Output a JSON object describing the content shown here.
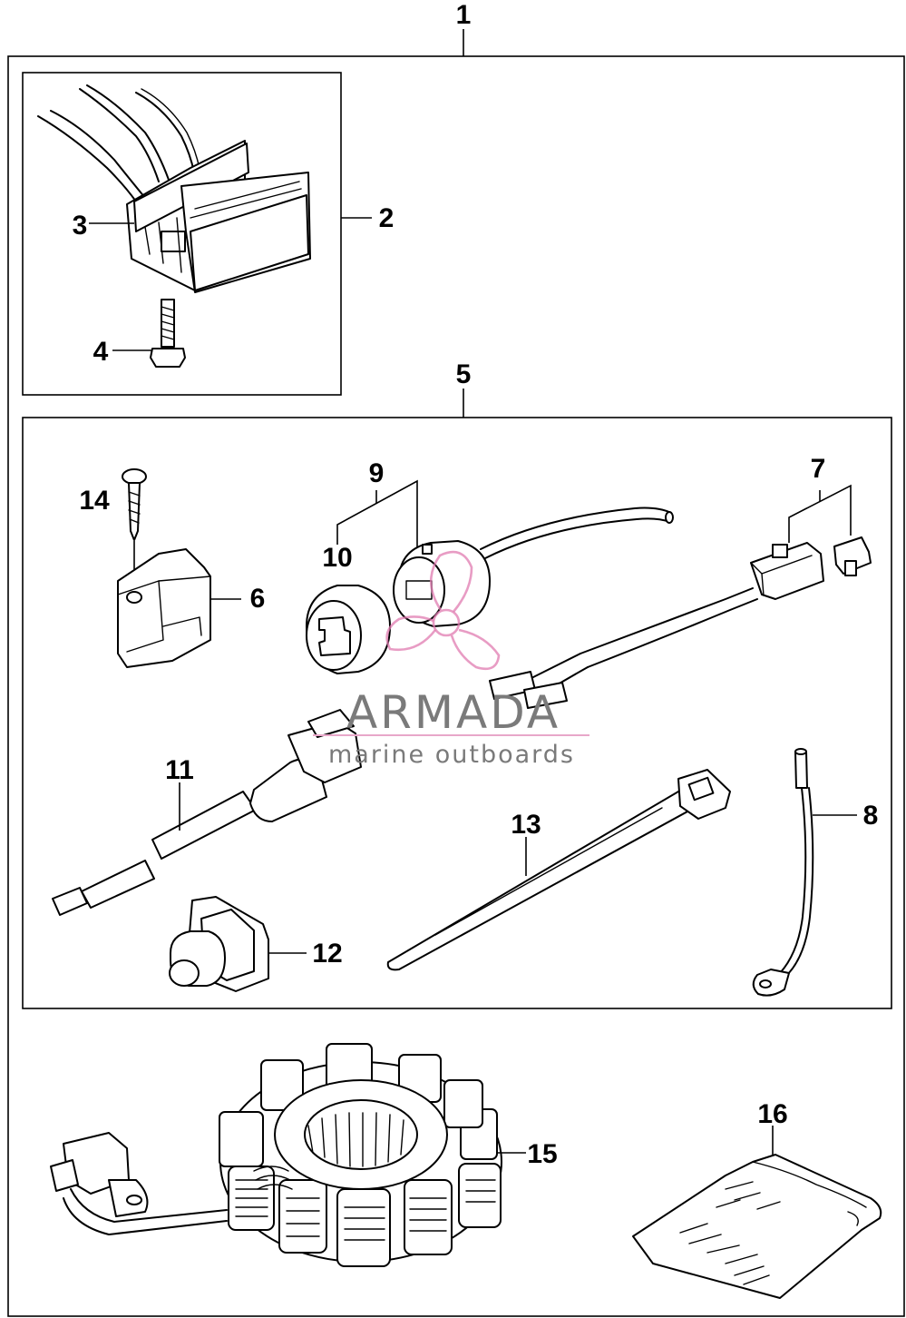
{
  "callouts": {
    "c1": "1",
    "c2": "2",
    "c3": "3",
    "c4": "4",
    "c5": "5",
    "c6": "6",
    "c7": "7",
    "c8": "8",
    "c9": "9",
    "c10": "10",
    "c11": "11",
    "c12": "12",
    "c13": "13",
    "c14": "14",
    "c15": "15",
    "c16": "16"
  },
  "watermark": {
    "brand": "ARMADA",
    "tagline": "marine outboards",
    "logo_icon": "propeller-icon",
    "accent_color": "#e07bb0"
  },
  "colors": {
    "line": "#000000",
    "background": "#ffffff"
  }
}
